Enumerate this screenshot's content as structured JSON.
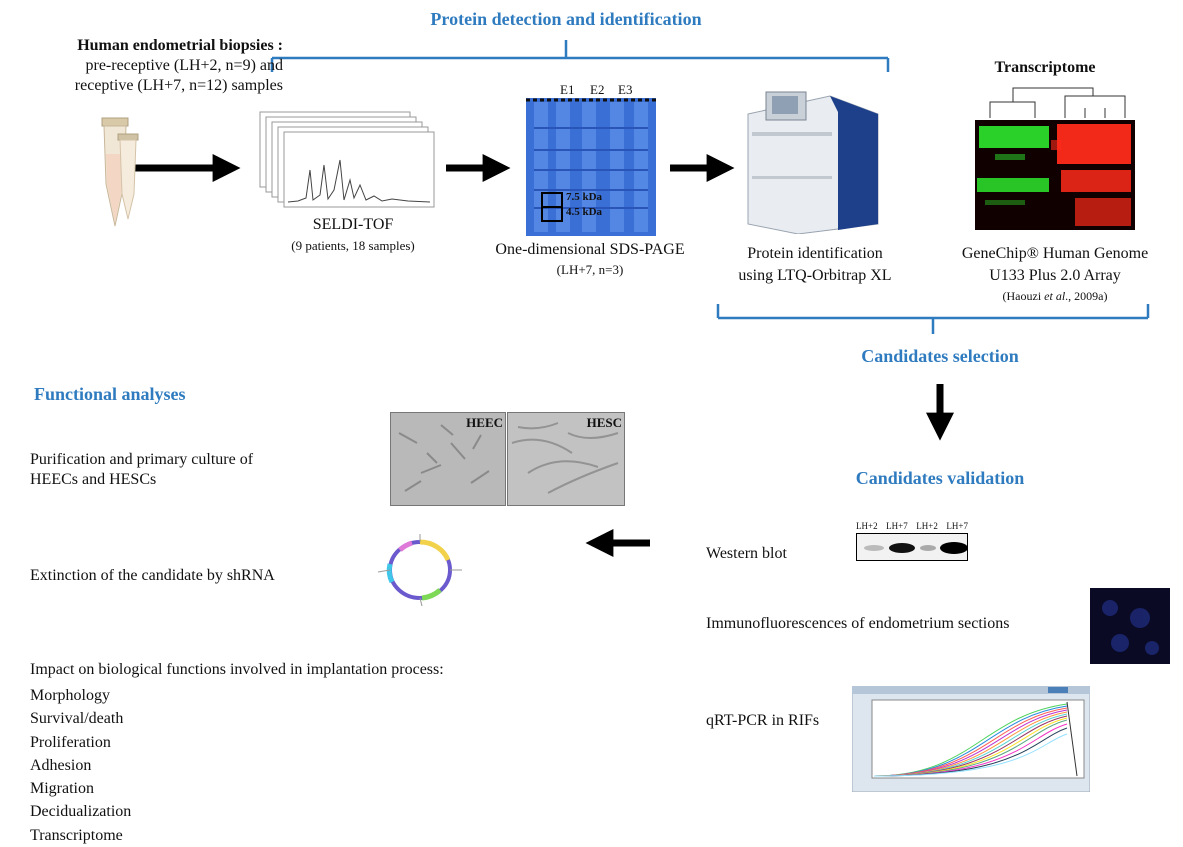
{
  "colors": {
    "accent_blue": "#2f7bbf",
    "arrow_black": "#000000",
    "gel_blue": "#3a6fd6",
    "heatmap_green": "#2ee82e",
    "heatmap_red": "#ff2a1a"
  },
  "top": {
    "title": "Protein detection and identification",
    "biopsies": {
      "title": "Human endometrial biopsies :",
      "line2": "pre-receptive (LH+2, n=9) and",
      "line3": "receptive (LH+7, n=12)  samples"
    },
    "seldi": {
      "title": "SELDI-TOF",
      "subtitle": "(9 patients, 18 samples)"
    },
    "gel": {
      "lanes": [
        "E1",
        "E2",
        "E3"
      ],
      "band1": "7.5 kDa",
      "band2": "4.5 kDa",
      "title": "One-dimensional SDS-PAGE",
      "subtitle": "(LH+7, n=3)"
    },
    "ms": {
      "line1": "Protein identification",
      "line2": "using LTQ-Orbitrap XL"
    },
    "transcriptome": {
      "title": "Transcriptome",
      "line1": "GeneChip® Human Genome",
      "line2": "U133 Plus 2.0 Array",
      "citation_pre": "(Haouzi ",
      "citation_italic": "et al",
      "citation_post": "., 2009a)"
    }
  },
  "candidates_selection": "Candidates selection",
  "candidates_validation": "Candidates validation",
  "functional": {
    "title": "Functional analyses",
    "culture_line1": "Purification and primary  culture of",
    "culture_line2": "HEECs and HESCs",
    "cell_labels": [
      "HEEC",
      "HESC"
    ],
    "shrna": "Extinction of the candidate by shRNA",
    "impact_title": "Impact on biological functions involved in implantation process:",
    "impact_items": [
      "Morphology",
      "Survival/death",
      "Proliferation",
      "Adhesion",
      "Migration",
      "Decidualization",
      "Transcriptome"
    ]
  },
  "validation": {
    "western": "Western blot",
    "western_lanes": [
      "LH+2",
      "LH+7",
      "LH+2",
      "LH+7"
    ],
    "immuno": "Immunofluorescences of endometrium sections",
    "qrt": "qRT-PCR in RIFs"
  }
}
